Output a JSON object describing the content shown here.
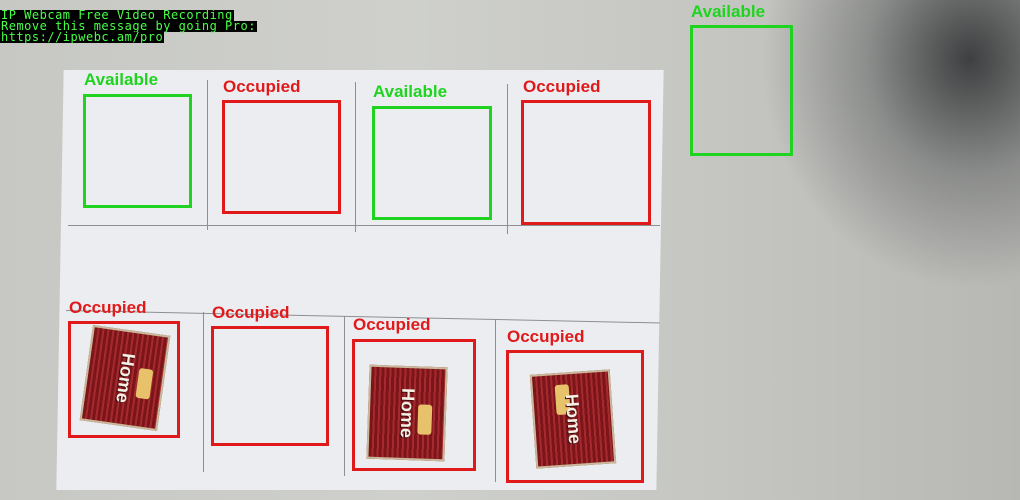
{
  "watermark": {
    "line1": "IP Webcam Free Video Recording",
    "line2": "Remove this message by going Pro:",
    "line3": "https://ipwebc.am/pro"
  },
  "slots": [
    {
      "label": "Available",
      "status": "available"
    },
    {
      "label": "Occupied",
      "status": "occupied"
    },
    {
      "label": "Available",
      "status": "available"
    },
    {
      "label": "Occupied",
      "status": "occupied"
    },
    {
      "label": "Available",
      "status": "available"
    },
    {
      "label": "Occupied",
      "status": "occupied"
    },
    {
      "label": "Occupied",
      "status": "occupied"
    },
    {
      "label": "Occupied",
      "status": "occupied"
    },
    {
      "label": "Occupied",
      "status": "occupied"
    }
  ],
  "product": {
    "brand": "Home"
  },
  "colors": {
    "available": "#21d321",
    "occupied": "#e01a1a"
  }
}
